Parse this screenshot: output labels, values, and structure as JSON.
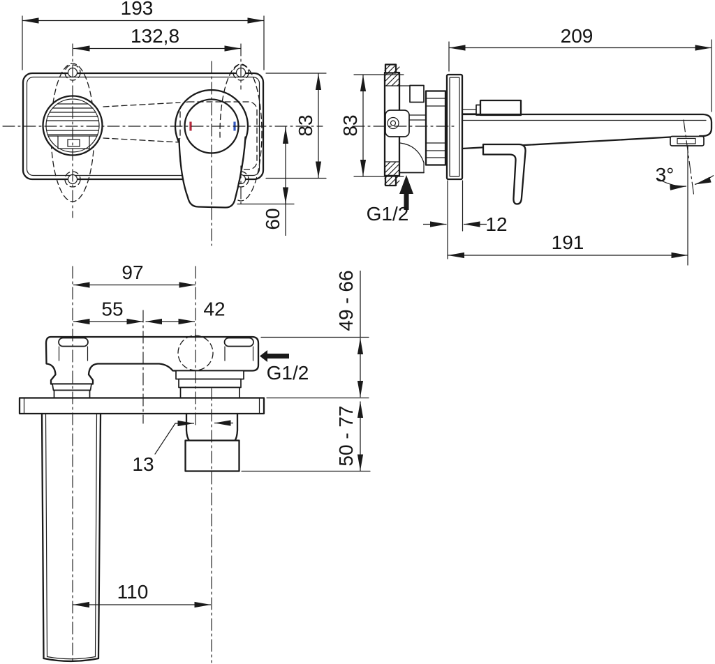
{
  "labels": {
    "front": {
      "total_width": "193",
      "hole_spacing": "132,8",
      "plate_height": "83",
      "lever_drop": "60"
    },
    "side": {
      "total_reach": "209",
      "flange_height": "83",
      "inlet_thread": "G1/2",
      "plate_depth": "12",
      "spout_reach": "191",
      "spout_angle": "3°"
    },
    "plan": {
      "inlet_to_cartridge": "97",
      "inlet_to_mid": "55",
      "mid_to_cartridge": "42",
      "rough_in_depth_range": "49 - 66",
      "front_depth_range": "50 - 77",
      "outlet_offset": "13",
      "outlet_thread": "G1/2",
      "spout_to_cartridge": "110"
    }
  },
  "colors": {
    "line": "#1a1a1a",
    "hot_marker": "#b5283b",
    "cold_marker": "#2f55c0"
  }
}
